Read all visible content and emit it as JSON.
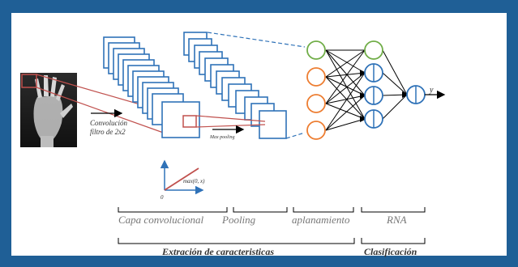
{
  "labels": {
    "convolution_line1": "Convolución",
    "convolution_line2": "filtro de 2x2",
    "max_pooling": "Max pooling",
    "relu": "max(0, x)",
    "origin": "0",
    "output": "y",
    "stage_conv": "Capa convolucional",
    "stage_pool": "Pooling",
    "stage_flatten": "aplanamiento",
    "stage_ann": "RNA",
    "group_extraction": "Extración de caracteristicas",
    "group_classification": "Clasificación"
  },
  "colors": {
    "background": "#1f5f96",
    "panel": "#ffffff",
    "feature_map": "#2f72b8",
    "filter": "#c0504d",
    "neuron_green": "#70ad47",
    "neuron_orange": "#ed7d31",
    "neuron_blue": "#2f72b8",
    "connection": "#000000"
  }
}
